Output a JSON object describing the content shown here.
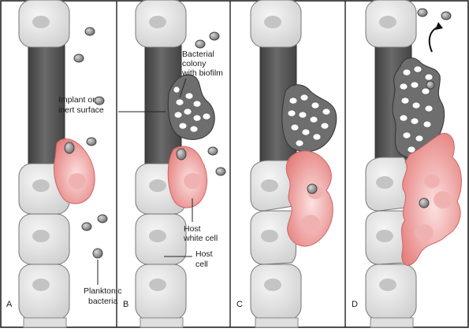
{
  "panels": [
    {
      "letter": "A"
    },
    {
      "letter": "B"
    },
    {
      "letter": "C"
    },
    {
      "letter": "D"
    }
  ],
  "labels": {
    "implant": [
      "Implant or",
      "inert surface"
    ],
    "colony": [
      "Bacterial",
      "colony",
      "with biofilm"
    ],
    "white_cell": [
      "Host",
      "white cell"
    ],
    "host_cell": [
      "Host",
      "cell"
    ],
    "planktonic": [
      "Planktonic",
      "bacteria"
    ]
  },
  "colors": {
    "host_cell_fill": "#e2e2e2",
    "host_cell_nucleus": "#c4c4c4",
    "implant_fill": "#555555",
    "white_cell_fill": "#e88a88",
    "biofilm_fill": "#6e6e6e",
    "bacterium_fill": "#8c8c8c"
  }
}
